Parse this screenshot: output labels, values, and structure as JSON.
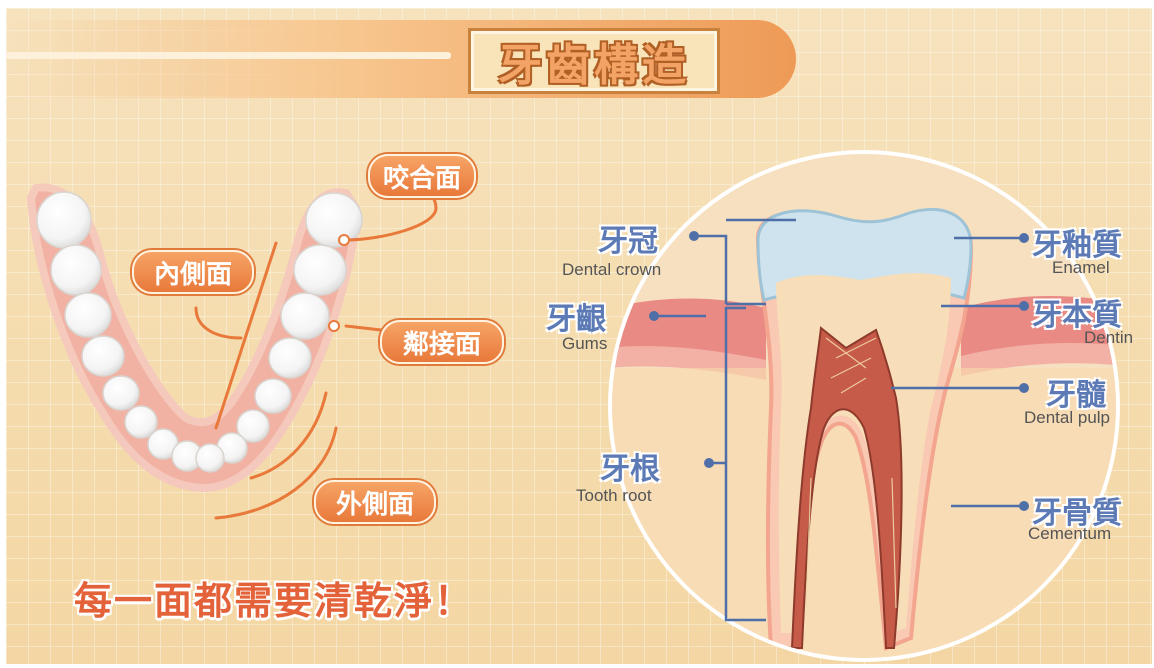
{
  "title": "牙齒構造",
  "arch_labels": {
    "occlusal": "咬合面",
    "lingual": "內側面",
    "proximal": "鄰接面",
    "buccal": "外側面"
  },
  "slogan": "每一面都需要清乾淨！",
  "tooth_labels": {
    "crown": {
      "cn": "牙冠",
      "en": "Dental crown"
    },
    "gums": {
      "cn": "牙齦",
      "en": "Gums"
    },
    "root": {
      "cn": "牙根",
      "en": "Tooth root"
    },
    "enamel": {
      "cn": "牙釉質",
      "en": "Enamel"
    },
    "dentin": {
      "cn": "牙本質",
      "en": "Dentin"
    },
    "pulp": {
      "cn": "牙髓",
      "en": "Dental pulp"
    },
    "cementum": {
      "cn": "牙骨質",
      "en": "Cementum"
    }
  },
  "colors": {
    "accent_orange": "#e8793a",
    "label_blue": "#5c7ab5",
    "gum_pink": "#e98a85",
    "enamel_blue": "#cfe3ee"
  }
}
